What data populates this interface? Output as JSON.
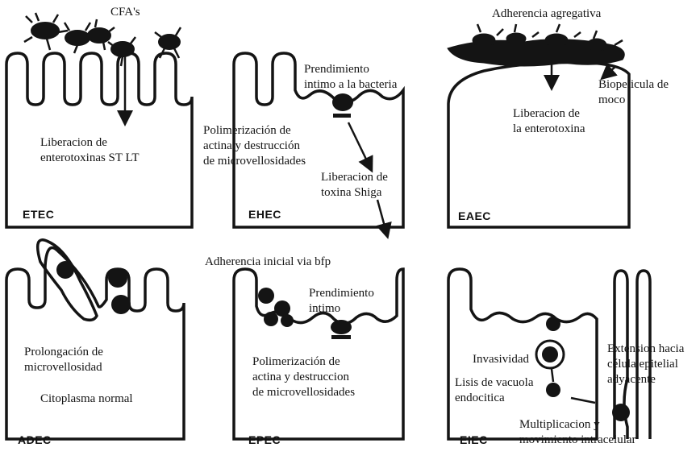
{
  "colors": {
    "ink": "#141414",
    "paper": "#ffffff"
  },
  "panels": {
    "etec": {
      "code": "ETEC",
      "cfa_label": "CFA's",
      "release_label": "Liberacion de\nenterotoxinas ST LT"
    },
    "ehec": {
      "code": "EHEC",
      "attachment_label": "Prendimiento\nintimo a la bacteria",
      "actin_label": "Polimerización de\nactina y destrucción\nde microvellosidades",
      "toxin_label": "Liberacion de\ntoxina Shiga"
    },
    "eaec": {
      "code": "EAEC",
      "adherence_label": "Adherencia agregativa",
      "biofilm_label": "Biopelicula de\nmoco",
      "release_label": "Liberacion de\nla enterotoxina"
    },
    "adec": {
      "code": "ADEC",
      "prolongation_label": "Prolongación de\nmicrovellosidad",
      "cytoplasm_label": "Citoplasma normal"
    },
    "epec": {
      "code": "EPEC",
      "initial_adherence_label": "Adherencia inicial via bfp",
      "attachment_label": "Prendimiento\nintimo",
      "actin_label": "Polimerización de\nactina y destruccion\nde microvellosidades"
    },
    "eiec": {
      "code": "EIEC",
      "invasion_label": "Invasividad",
      "lysis_label": "Lisis de vacuola\nendocitica",
      "spread_label": "Extension hacia\ncélula epitelial\nadyacente",
      "multiplication_label": "Multiplicacion y\nmovimiento intracelular"
    }
  }
}
